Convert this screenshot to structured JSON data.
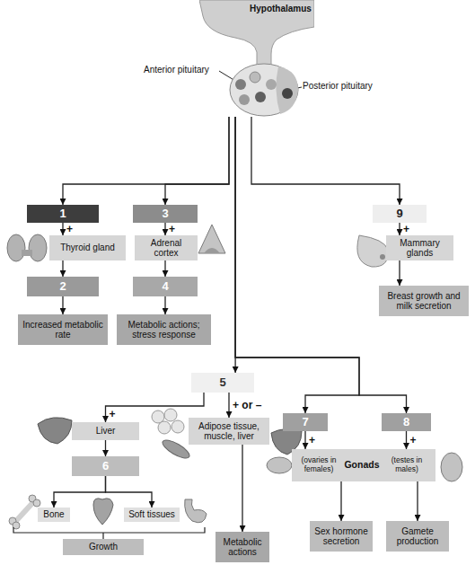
{
  "diagram": {
    "nodes": [
      {
        "text": [
          "Hypothalamus"
        ]
      },
      {
        "text": [
          "1"
        ]
      },
      {
        "text": [
          "Thyroid gland"
        ]
      },
      {
        "text": [
          "2"
        ]
      },
      {
        "text": [
          "Increased metabolic rate"
        ]
      },
      {
        "text": [
          "3"
        ]
      },
      {
        "text": [
          "Adrenal cortex"
        ]
      },
      {
        "text": [
          "4"
        ]
      },
      {
        "text": [
          "Metabolic actions; stress response"
        ]
      },
      {
        "text": [
          "9"
        ]
      },
      {
        "text": [
          "Mammary glands"
        ]
      },
      {
        "text": [
          "Breast growth and milk secretion"
        ]
      },
      {
        "text": [
          "5"
        ]
      },
      {
        "text": [
          "Liver"
        ]
      },
      {
        "text": [
          "6"
        ]
      },
      {
        "text": [
          "Bone"
        ]
      },
      {
        "text": [
          "Soft tissues"
        ]
      },
      {
        "text": [
          "Growth"
        ]
      },
      {
        "text": [
          "Adipose tissue, muscle, liver"
        ]
      },
      {
        "text": [
          "Metabolic actions"
        ]
      },
      {
        "text": [
          "7"
        ]
      },
      {
        "text": [
          "8"
        ]
      },
      {
        "text": [
          "(ovaries in females)",
          "Gonads",
          "(testes in males)"
        ]
      },
      {
        "text": [
          "Sex hormone secretion"
        ]
      },
      {
        "text": [
          "Gamete production"
        ]
      }
    ],
    "edges": [
      {
        "from": 0,
        "to": 1,
        "arrow": "to"
      },
      {
        "from": 0,
        "to": 5,
        "arrow": "to"
      },
      {
        "from": 0,
        "to": 9,
        "arrow": "to"
      },
      {
        "from": 0,
        "to": 12,
        "arrow": "to"
      },
      {
        "from": 0,
        "to": 20,
        "arrow": "to"
      },
      {
        "from": 0,
        "to": 21,
        "arrow": "to"
      },
      {
        "from": 1,
        "to": 2,
        "label": "+",
        "arrow": "to"
      },
      {
        "from": 2,
        "to": 3,
        "arrow": "to"
      },
      {
        "from": 3,
        "to": 4,
        "arrow": "to"
      },
      {
        "from": 5,
        "to": 6,
        "label": "+",
        "arrow": "to"
      },
      {
        "from": 6,
        "to": 7,
        "arrow": "to"
      },
      {
        "from": 7,
        "to": 8,
        "arrow": "to"
      },
      {
        "from": 9,
        "to": 10,
        "label": "+",
        "arrow": "to"
      },
      {
        "from": 10,
        "to": 11,
        "arrow": "to"
      },
      {
        "from": 12,
        "to": 13,
        "label": "+",
        "arrow": "to"
      },
      {
        "from": 12,
        "to": 18,
        "label": "+ or –",
        "arrow": "to"
      },
      {
        "from": 13,
        "to": 14,
        "arrow": "to"
      },
      {
        "from": 14,
        "to": 15,
        "arrow": "to"
      },
      {
        "from": 14,
        "to": 16,
        "arrow": "to"
      },
      {
        "from": 18,
        "to": 19,
        "arrow": "to"
      },
      {
        "from": 20,
        "to": 22,
        "label": "+",
        "arrow": "to"
      },
      {
        "from": 21,
        "to": 22,
        "label": "+",
        "arrow": "to"
      },
      {
        "from": 22,
        "to": 23,
        "arrow": "to"
      },
      {
        "from": 22,
        "to": 24,
        "arrow": "to"
      }
    ],
    "labels": [
      "Anterior pituitary",
      "Posterior pituitary"
    ]
  }
}
